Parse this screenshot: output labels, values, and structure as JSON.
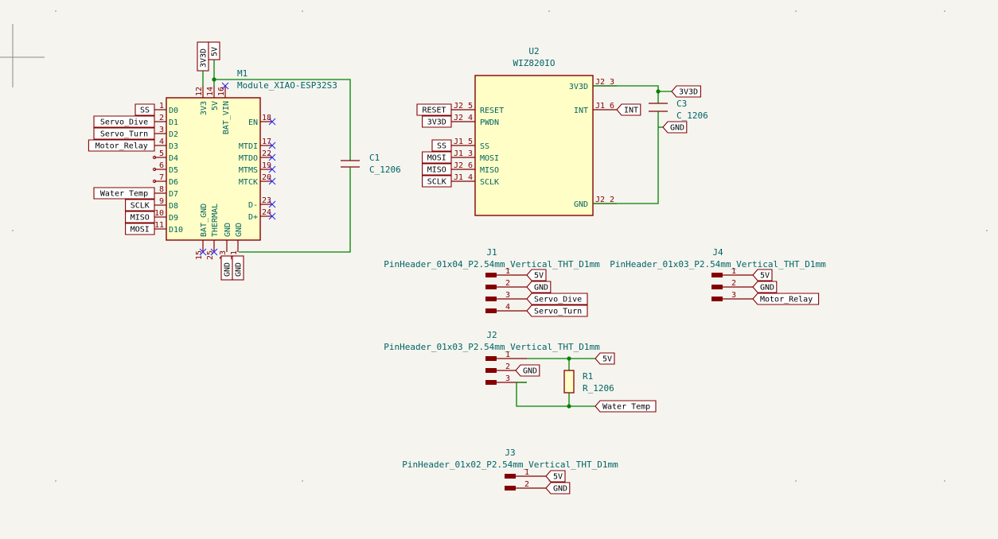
{
  "m1": {
    "ref": "M1",
    "value": "Module_XIAO-ESP32S3",
    "left_pins": [
      {
        "num": "1",
        "name": "D0",
        "net": "SS"
      },
      {
        "num": "2",
        "name": "D1",
        "net": "Servo_Dive"
      },
      {
        "num": "3",
        "name": "D2",
        "net": "Servo_Turn"
      },
      {
        "num": "4",
        "name": "D3",
        "net": "Motor_Relay"
      },
      {
        "num": "5",
        "name": "D4",
        "net": ""
      },
      {
        "num": "6",
        "name": "D5",
        "net": ""
      },
      {
        "num": "7",
        "name": "D6",
        "net": ""
      },
      {
        "num": "8",
        "name": "D7",
        "net": "Water Temp"
      },
      {
        "num": "9",
        "name": "D8",
        "net": "SCLK"
      },
      {
        "num": "10",
        "name": "D9",
        "net": "MISO"
      },
      {
        "num": "11",
        "name": "D10",
        "net": "MOSI"
      }
    ],
    "right_pins": [
      {
        "num": "18",
        "name": "EN"
      },
      {
        "num": "17",
        "name": "MTDI"
      },
      {
        "num": "22",
        "name": "MTDO"
      },
      {
        "num": "19",
        "name": "MTMS"
      },
      {
        "num": "20",
        "name": "MTCK"
      },
      {
        "num": "23",
        "name": "D-"
      },
      {
        "num": "24",
        "name": "D+"
      }
    ],
    "top_pins": [
      {
        "num": "12",
        "name": "3V3",
        "net": "3V3D"
      },
      {
        "num": "14",
        "name": "5V",
        "net": "5V"
      },
      {
        "num": "16",
        "name": "BAT_VIN"
      }
    ],
    "bottom_pins": [
      {
        "num": "15",
        "name": "BAT_GND"
      },
      {
        "num": "25",
        "name": "THERMAL"
      },
      {
        "num": "13",
        "name": "GND",
        "net": "GND"
      },
      {
        "num": "21",
        "name": "GND",
        "net": "GND"
      }
    ]
  },
  "c1": {
    "ref": "C1",
    "value": "C_1206"
  },
  "c3": {
    "ref": "C3",
    "value": "C_1206"
  },
  "u2": {
    "ref": "U2",
    "value": "WIZ820IO",
    "left_pins": [
      {
        "num": "J2_5",
        "name": "RESET",
        "net": "RESET"
      },
      {
        "num": "J2_4",
        "name": "PWDN",
        "net": "3V3D"
      },
      {
        "num": "J1_5",
        "name": "SS",
        "net": "SS"
      },
      {
        "num": "J1_3",
        "name": "MOSI",
        "net": "MOSI"
      },
      {
        "num": "J2_6",
        "name": "MISO",
        "net": "MISO"
      },
      {
        "num": "J1_4",
        "name": "SCLK",
        "net": "SCLK"
      }
    ],
    "right_pins": [
      {
        "num": "J2_3",
        "name": "3V3D",
        "net": "3V3D"
      },
      {
        "num": "J1_6",
        "name": "INT",
        "net": "INT"
      },
      {
        "num": "J2_2",
        "name": "GND",
        "net": "GND"
      }
    ]
  },
  "j1": {
    "ref": "J1",
    "value": "PinHeader_01x04_P2.54mm_Vertical_THT_D1mm",
    "pins": [
      {
        "num": "1",
        "net": "5V"
      },
      {
        "num": "2",
        "net": "GND"
      },
      {
        "num": "3",
        "net": "Servo_Dive"
      },
      {
        "num": "4",
        "net": "Servo_Turn"
      }
    ]
  },
  "j4": {
    "ref": "J4",
    "value": "PinHeader_01x03_P2.54mm_Vertical_THT_D1mm",
    "pins": [
      {
        "num": "1",
        "net": "5V"
      },
      {
        "num": "2",
        "net": "GND"
      },
      {
        "num": "3",
        "net": "Motor_Relay"
      }
    ]
  },
  "j2": {
    "ref": "J2",
    "value": "PinHeader_01x03_P2.54mm_Vertical_THT_D1mm",
    "pins": [
      {
        "num": "1",
        "net": "5V"
      },
      {
        "num": "2",
        "net": "GND"
      },
      {
        "num": "3",
        "net": "Water Temp"
      }
    ]
  },
  "r1": {
    "ref": "R1",
    "value": "R_1206"
  },
  "j3": {
    "ref": "J3",
    "value": "PinHeader_01x02_P2.54mm_Vertical_THT_D1mm",
    "pins": [
      {
        "num": "1",
        "net": "5V"
      },
      {
        "num": "2",
        "net": "GND"
      }
    ]
  },
  "colors": {
    "background": "#f5f4ef",
    "symbol_body": "#fffec6",
    "symbol_outline": "#840000",
    "wire": "#008200",
    "text": "#006464",
    "no_connect": "#2a2af0"
  },
  "icons": {
    "origin": "crosshair-cursor-icon"
  }
}
